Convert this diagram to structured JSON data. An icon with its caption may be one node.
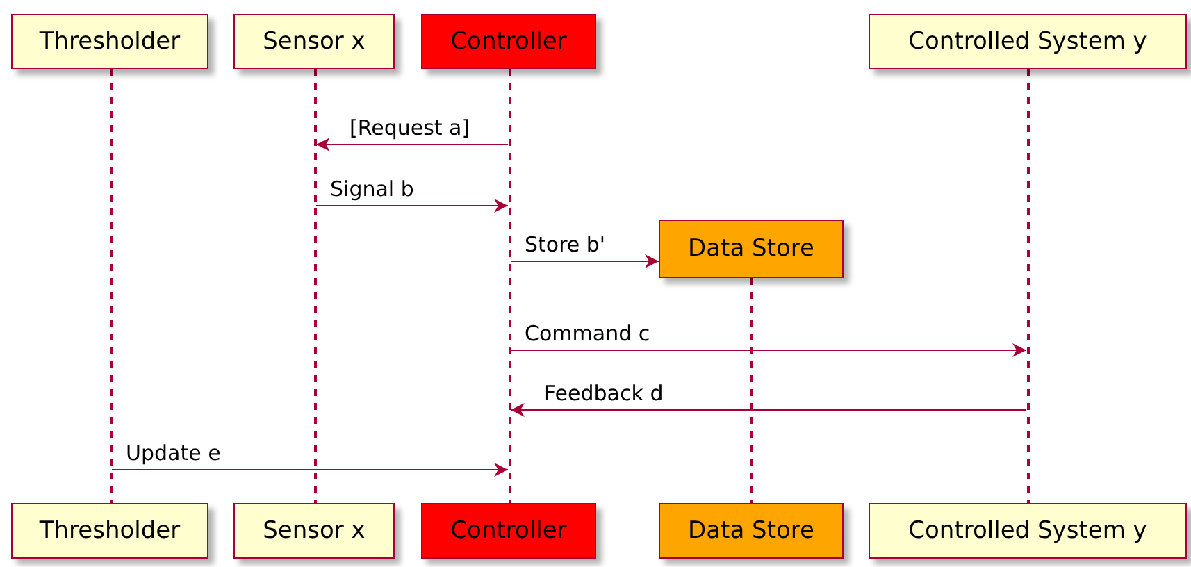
{
  "diagram": {
    "nodes": [
      {
        "text": [
          "Thresholder"
        ]
      },
      {
        "text": [
          "Sensor x"
        ]
      },
      {
        "text": [
          "Controller"
        ]
      },
      {
        "text": [
          "Controlled System y"
        ]
      },
      {
        "text": [
          "Data Store"
        ]
      },
      {
        "text": [
          "Thresholder"
        ]
      },
      {
        "text": [
          "Sensor x"
        ]
      },
      {
        "text": [
          "Controller"
        ]
      },
      {
        "text": [
          "Data Store"
        ]
      },
      {
        "text": [
          "Controlled System y"
        ]
      },
      {
        "text": [],
        "shape": "line"
      },
      {
        "text": [],
        "shape": "line"
      },
      {
        "text": [],
        "shape": "line"
      },
      {
        "text": [],
        "shape": "line"
      },
      {
        "text": [],
        "shape": "line"
      }
    ],
    "edges": [
      {
        "from": 12,
        "to": 11,
        "arrow": "to",
        "label": "[Request a]"
      },
      {
        "from": 11,
        "to": 12,
        "arrow": "to",
        "label": "Signal b"
      },
      {
        "from": 12,
        "to": 4,
        "arrow": "to",
        "label": "Store b'"
      },
      {
        "from": 12,
        "to": 14,
        "arrow": "to",
        "label": "Command c"
      },
      {
        "from": 14,
        "to": 12,
        "arrow": "to",
        "label": "Feedback d"
      },
      {
        "from": 10,
        "to": 12,
        "arrow": "to",
        "label": "Update e"
      }
    ]
  }
}
